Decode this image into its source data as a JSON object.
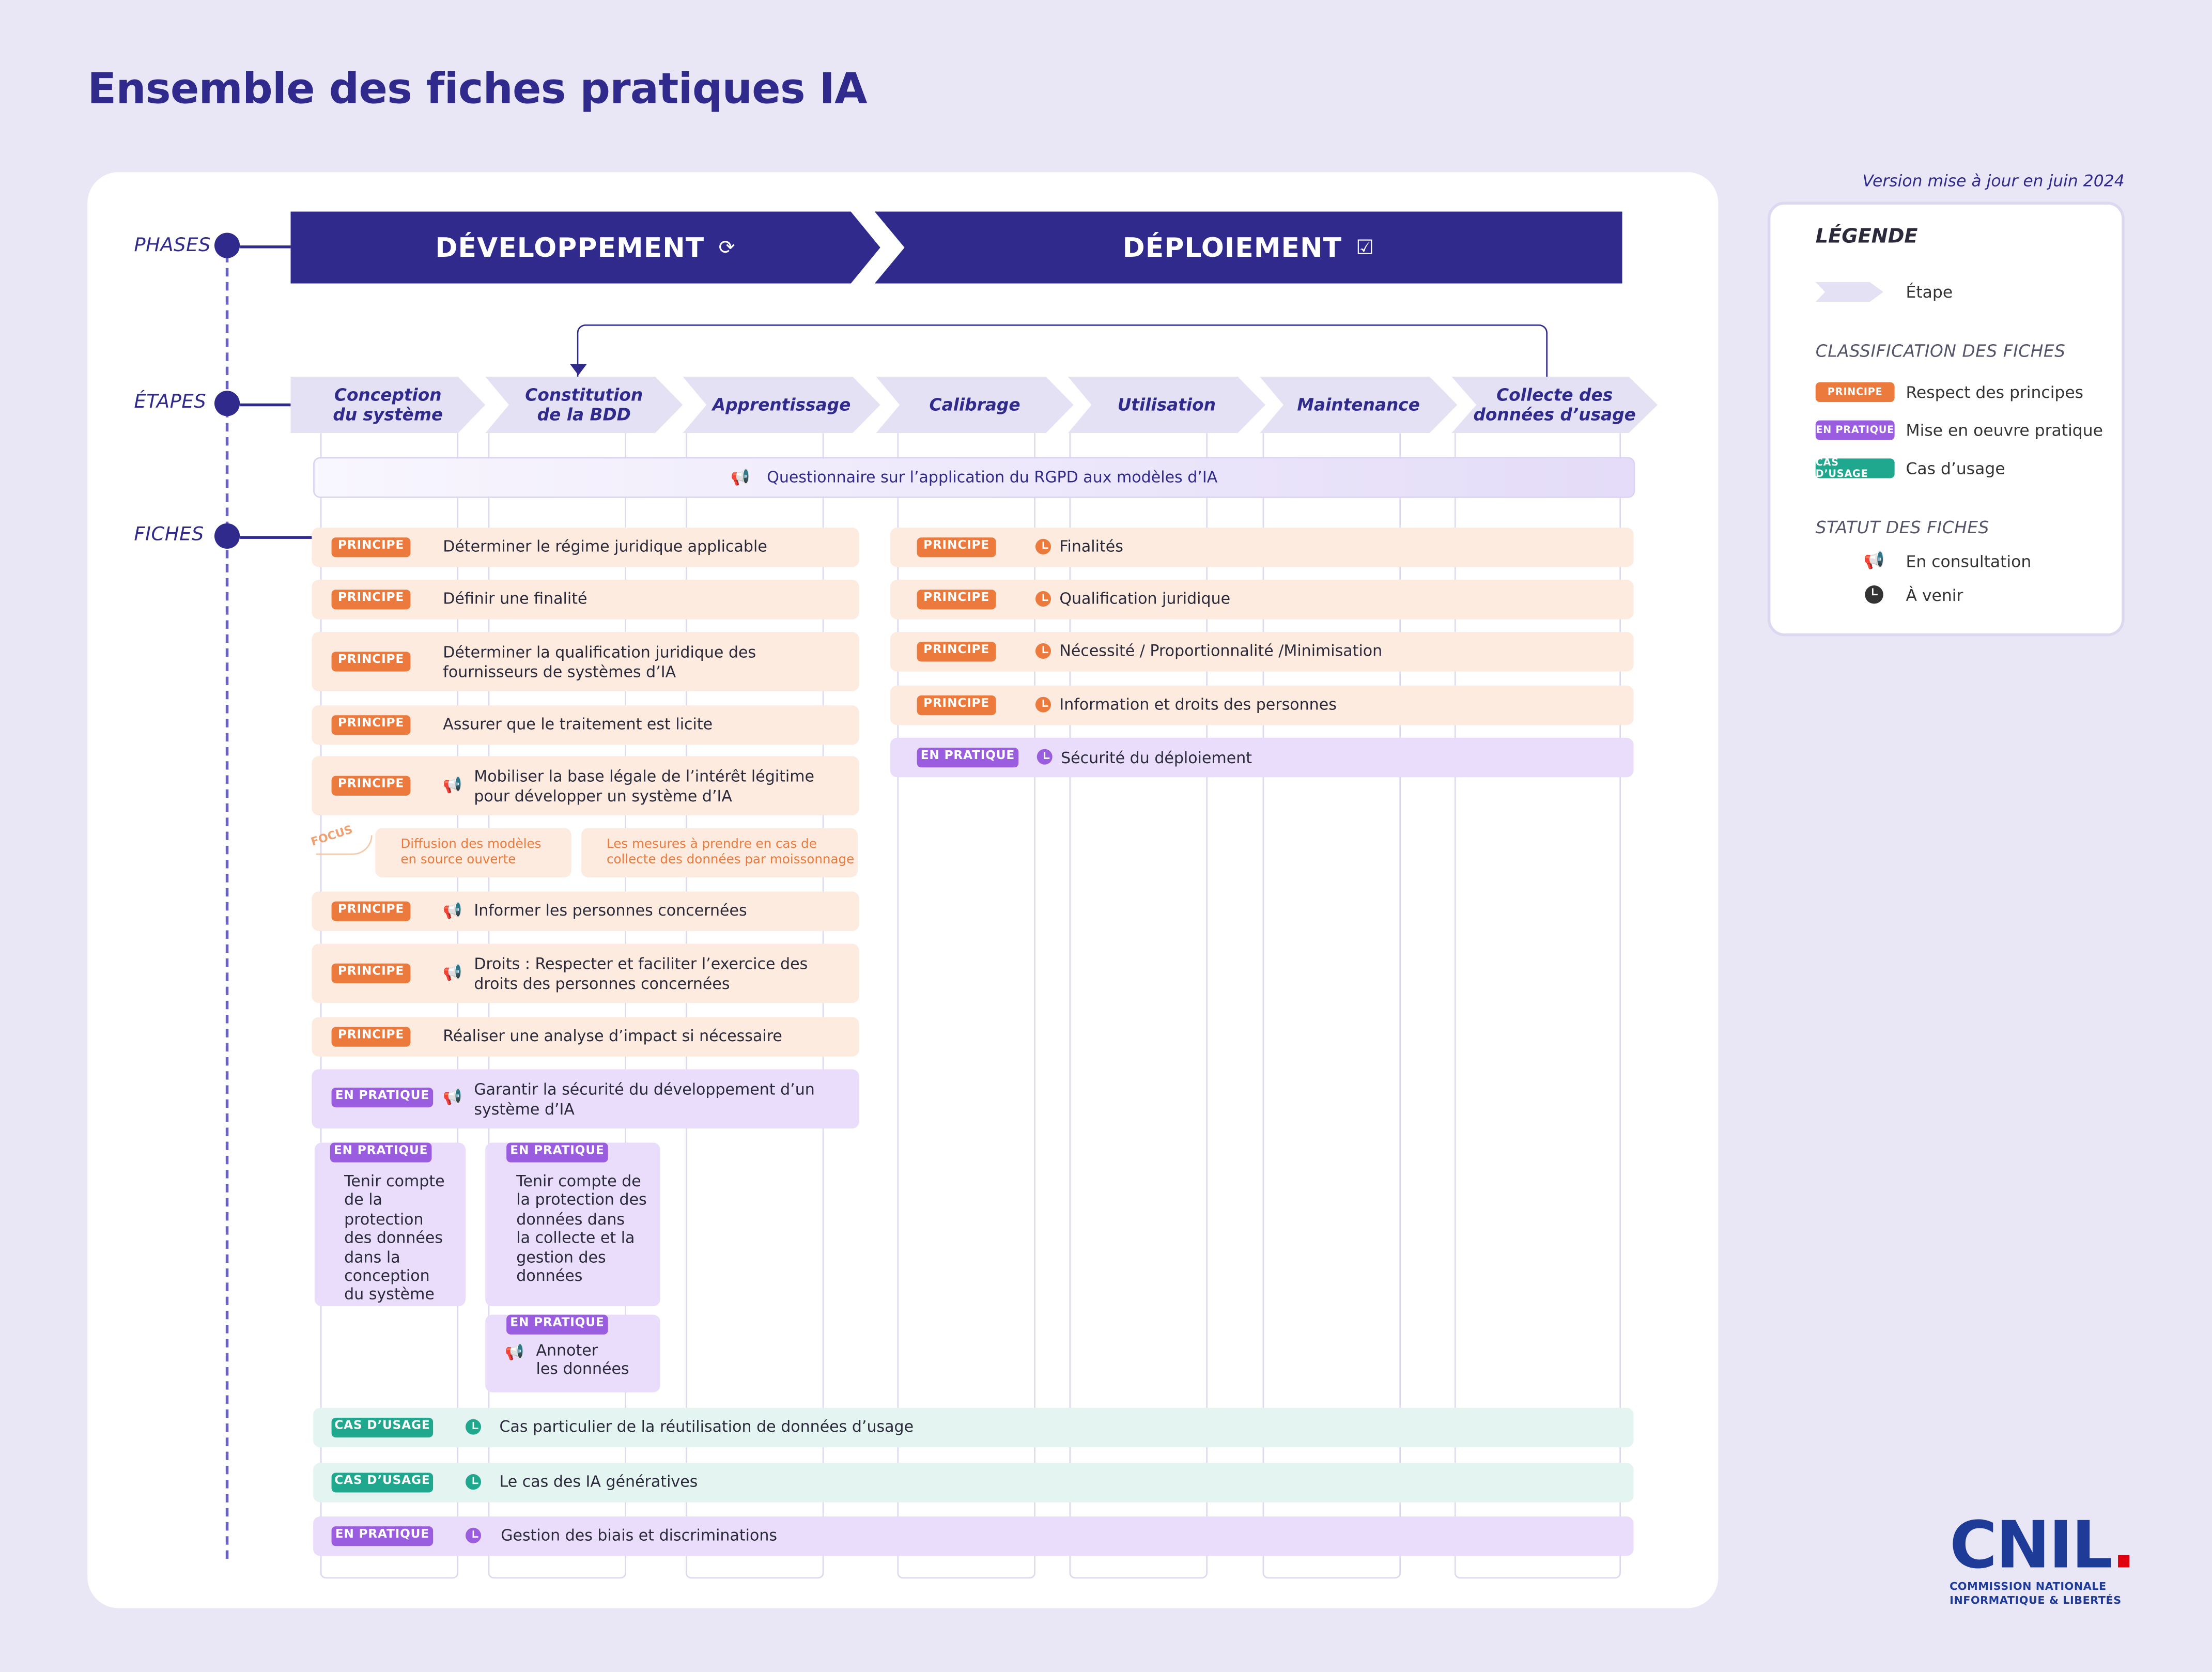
{
  "title": "Ensemble des fiches pratiques IA",
  "version": "Version mise à jour en juin 2024",
  "row_labels": {
    "phases": "PHASES",
    "etapes": "ÉTAPES",
    "fiches": "FICHES"
  },
  "phases": [
    {
      "label": "DÉVELOPPEMENT",
      "icon": "⟳"
    },
    {
      "label": "DÉPLOIEMENT",
      "icon": "☑"
    }
  ],
  "steps": [
    "Conception\ndu système",
    "Constitution\nde la BDD",
    "Apprentissage",
    "Calibrage",
    "Utilisation",
    "Maintenance",
    "Collecte des\ndonnées d’usage"
  ],
  "questionnaire": "Questionnaire sur l’application du RGPD aux modèles d’IA",
  "tags": {
    "principe": "PRINCIPE",
    "pratique": "EN PRATIQUE",
    "usage": "CAS D’USAGE"
  },
  "focus": {
    "label": "FOCUS",
    "items": [
      "Diffusion des modèles\nen source ouverte",
      "Les mesures à prendre en cas de\ncollecte des données par moissonnage"
    ]
  },
  "dev_fiches": [
    "Déterminer le régime juridique applicable",
    "Définir une finalité",
    "Déterminer la qualification juridique des\nfournisseurs de systèmes d’IA",
    "Assurer que le traitement est licite",
    "Mobiliser la base légale de l’intérêt légitime\npour développer un système d’IA",
    "Informer les personnes concernées",
    "Droits : Respecter et faciliter l’exercice des\ndroits des personnes concernées",
    "Réaliser une analyse d’impact si nécessaire",
    "Garantir la sécurité du développement d’un\nsystème d’IA"
  ],
  "step_boxes": [
    "Tenir compte\nde la protection\ndes données\ndans la\nconception\ndu système",
    "Tenir compte de\nla protection des\ndonnées dans\nla collecte et la\ngestion des\ndonnées",
    "Annoter\nles données"
  ],
  "dep_fiches": [
    "Finalités",
    "Qualification juridique",
    "Nécessité / Proportionnalité /Minimisation",
    "Information et droits des personnes",
    "Sécurité du déploiement"
  ],
  "bottom_fiches": [
    "Cas particulier de la réutilisation de données d’usage",
    "Le cas des IA génératives",
    "Gestion des biais et discriminations"
  ],
  "legend": {
    "title": "LÉGENDE",
    "step_label": "Étape",
    "classification_title": "CLASSIFICATION DES FICHES",
    "classification": [
      {
        "tag": "PRINCIPE",
        "label": "Respect des principes"
      },
      {
        "tag": "EN PRATIQUE",
        "label": "Mise en oeuvre pratique"
      },
      {
        "tag": "CAS D’USAGE",
        "label": "Cas d’usage"
      }
    ],
    "status_title": "STATUT DES FICHES",
    "status": [
      "En consultation",
      "À venir"
    ]
  },
  "logo": {
    "name": "CNIL",
    "subtitle": "COMMISSION NATIONALE\nINFORMATIQUE & LIBERTÉS"
  },
  "colors": {
    "navy": "#2f2a8c",
    "principe": "#eb7a3c",
    "pratique": "#9b5de0",
    "usage": "#1fa88d"
  }
}
